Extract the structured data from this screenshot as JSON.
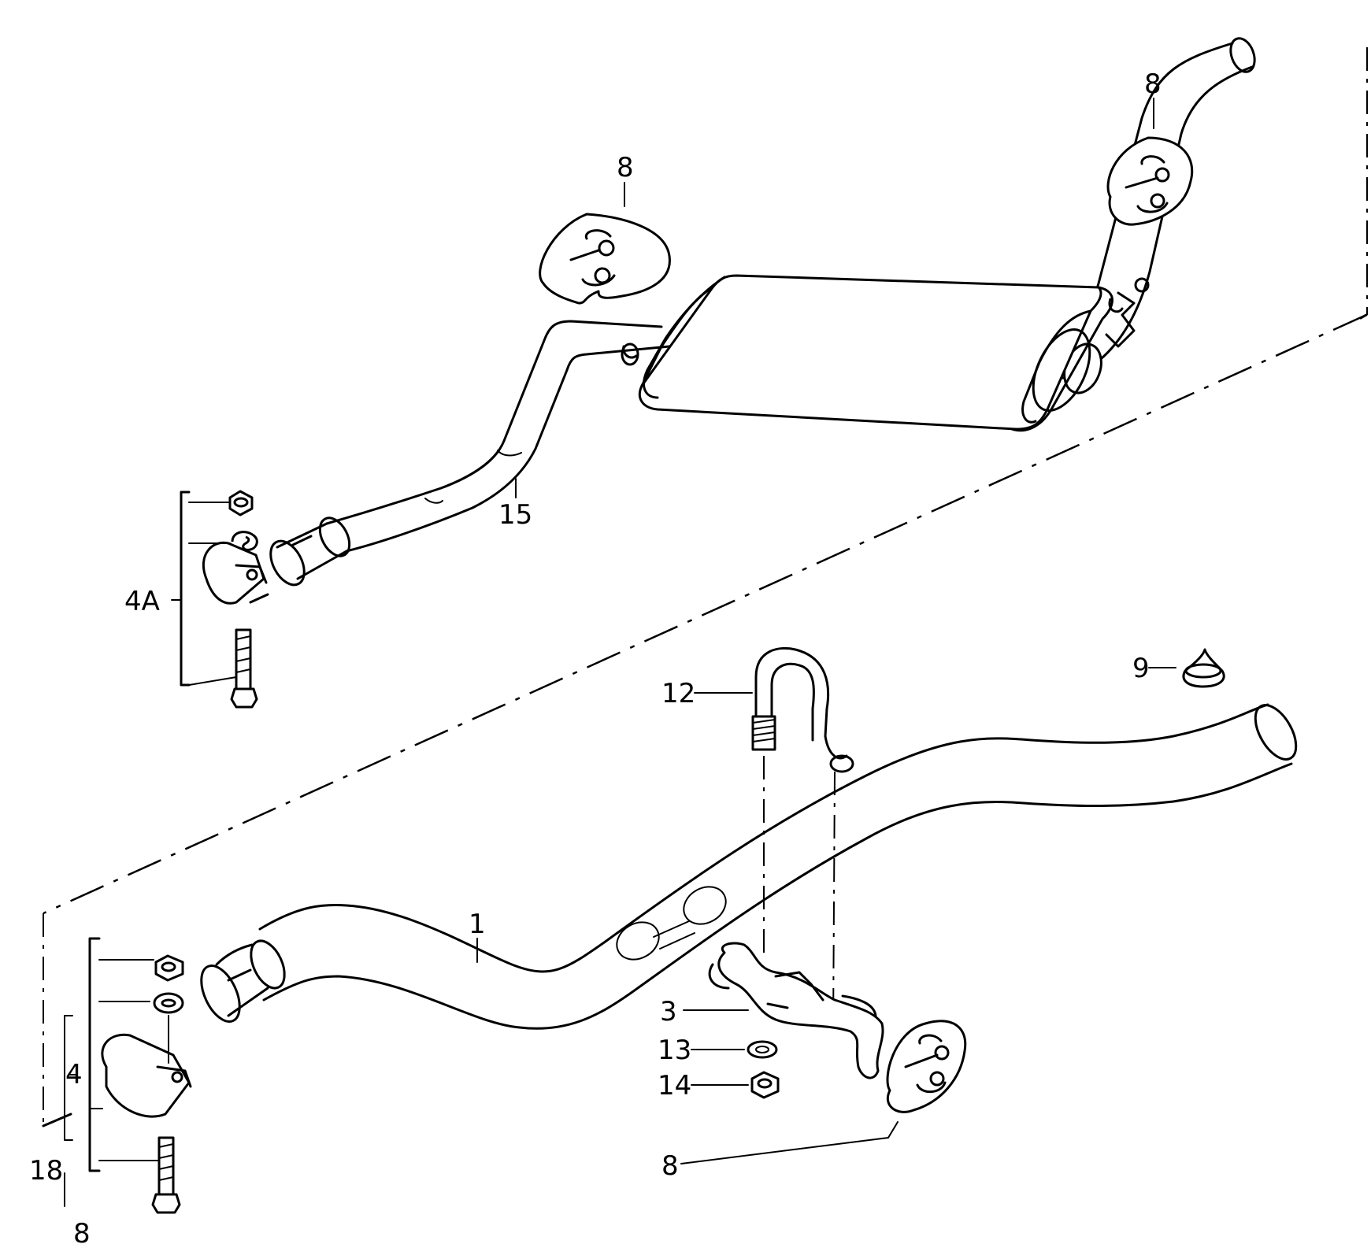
{
  "callouts": {
    "c8_mid": "8",
    "c8_topright": "8",
    "c15": "15",
    "c4A": "4A",
    "c9": "9",
    "c12": "12",
    "c1": "1",
    "c3": "3",
    "c13": "13",
    "c14": "14",
    "c8_bottom": "8",
    "c4": "4",
    "c18": "18",
    "c8_edge": "8"
  }
}
